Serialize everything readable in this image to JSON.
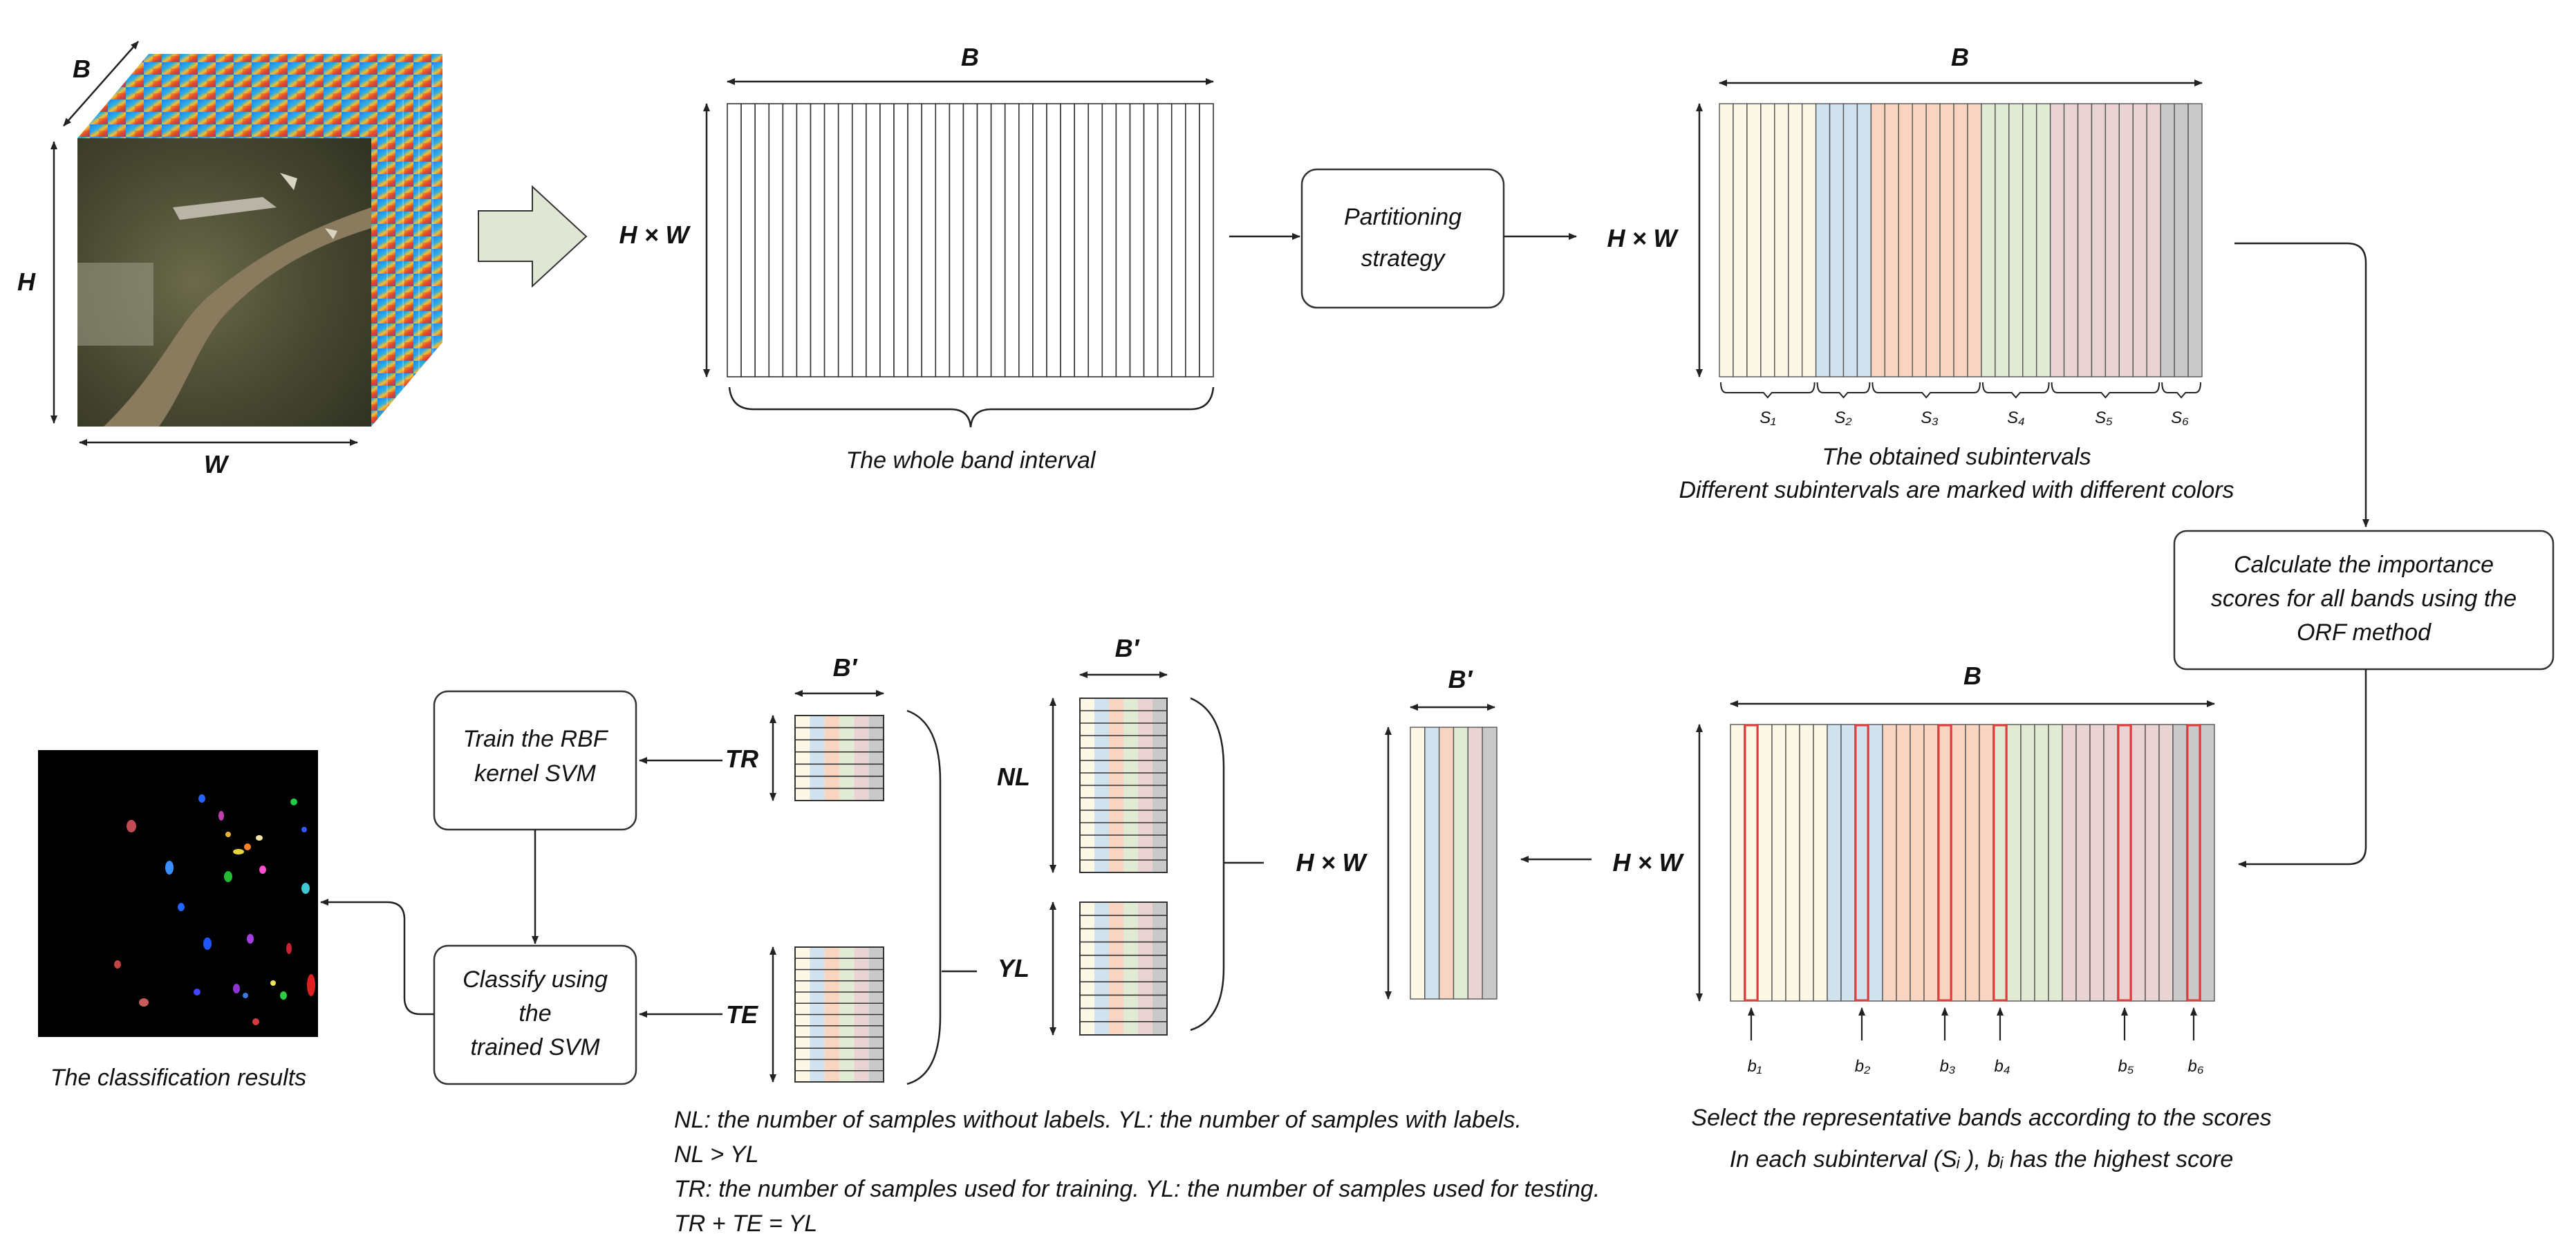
{
  "colors": {
    "s1": "#fdf8e6",
    "s2": "#cfe2ee",
    "s3": "#f8d5c0",
    "s4": "#e1ebd3",
    "s5": "#e9d3d3",
    "s6": "#c9c9c9",
    "arrow_fill": "#dfe6d4",
    "highlight": "#e23b3b",
    "text": "#111111"
  },
  "icons": [
    "hyperspectral-cube-image",
    "classification-result-map"
  ],
  "labels": {
    "B": "B",
    "H": "H",
    "W": "W",
    "HW": "H × W",
    "Bprime": "B′",
    "TR": "TR",
    "TE": "TE",
    "NL": "NL",
    "YL": "YL"
  },
  "boxes": {
    "partitioning": [
      "Partitioning",
      "strategy"
    ],
    "orf": [
      "Calculate the importance",
      "scores for all bands using the",
      "ORF method"
    ],
    "train": [
      "Train the RBF",
      "kernel SVM"
    ],
    "classify": [
      "Classify using",
      "the",
      "trained SVM"
    ]
  },
  "captions": {
    "whole": "The whole band interval",
    "subintervals": [
      "The obtained subintervals",
      "Different subintervals are marked with different colors"
    ],
    "select": [
      "Select the representative bands according to the scores",
      "In each subinterval (Sᵢ ), bᵢ has the highest score"
    ],
    "classification": "The classification results"
  },
  "subinterval_labels": [
    "S₁",
    "S₂",
    "S₃",
    "S₄",
    "S₅",
    "S₆"
  ],
  "band_labels": [
    "b₁",
    "b₂",
    "b₃",
    "b₄",
    "b₅",
    "b₆"
  ],
  "notes": [
    "NL: the number of samples without labels. YL: the number of samples with labels.",
    "NL > YL",
    "TR: the number of samples used for training. YL: the number of samples used for testing.",
    "TR + TE = YL"
  ]
}
